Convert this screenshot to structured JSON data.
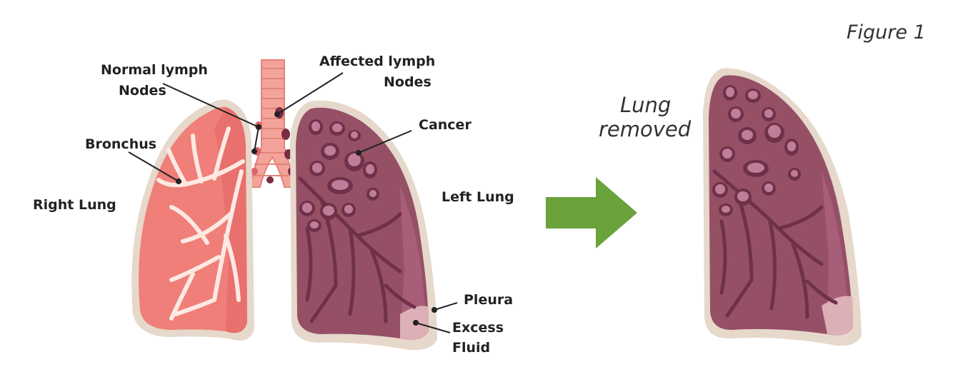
{
  "figure_label": "Figure 1",
  "caption": {
    "line1": "Lung",
    "line2": "removed"
  },
  "labels": {
    "normal_lymph_1": "Normal lymph",
    "normal_lymph_2": "Nodes",
    "affected_lymph_1": "Affected lymph",
    "affected_lymph_2": "Nodes",
    "bronchus": "Bronchus",
    "cancer": "Cancer",
    "right_lung": "Right  Lung",
    "left_lung": "Left  Lung",
    "pleura": "Pleura",
    "excess_1": "Excess",
    "excess_2": "Fluid"
  },
  "colors": {
    "right_lung": "#ef7f78",
    "right_lung_dark": "#d85c58",
    "pleura_rim": "#e6d8cb",
    "left_lung": "#955066",
    "left_lung_dark": "#6e3148",
    "tumor": "#c07d99",
    "arrow": "#6aa23b",
    "trachea": "#f3a39a"
  },
  "icons": [
    "right-lung-icon",
    "left-lung-icon",
    "trachea-icon",
    "arrow-right-icon",
    "removed-lung-icon"
  ]
}
